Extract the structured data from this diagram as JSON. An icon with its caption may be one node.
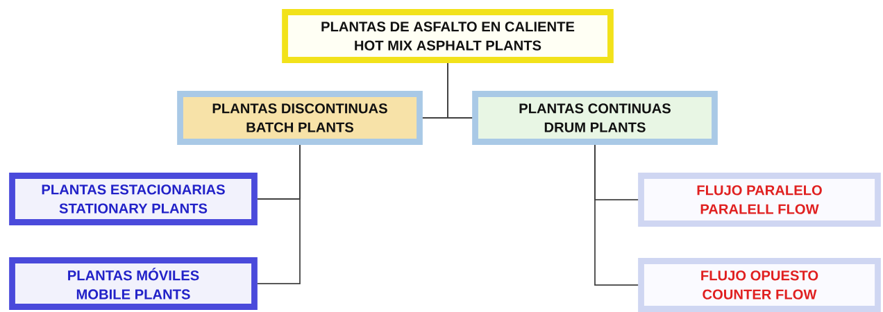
{
  "diagram": {
    "nodes": [
      {
        "text": [
          "PLANTAS DE ASFALTO EN CALIENTE",
          "HOT MIX ASPHALT PLANTS"
        ]
      },
      {
        "text": [
          "PLANTAS  DISCONTINUAS",
          "BATCH  PLANTS"
        ]
      },
      {
        "text": [
          "PLANTAS  CONTINUAS",
          "DRUM  PLANTS"
        ]
      },
      {
        "text": [
          "PLANTAS ESTACIONARIAS",
          "STATIONARY PLANTS"
        ]
      },
      {
        "text": [
          "PLANTAS MÓVILES",
          "MOBILE PLANTS"
        ]
      },
      {
        "text": [
          "FLUJO PARALELO",
          "PARALELL FLOW"
        ]
      },
      {
        "text": [
          "FLUJO OPUESTO",
          "COUNTER  FLOW"
        ]
      }
    ],
    "edges": [
      {
        "from": 0,
        "to": 1,
        "arrow": "none"
      },
      {
        "from": 0,
        "to": 2,
        "arrow": "none"
      },
      {
        "from": 1,
        "to": 3,
        "arrow": "none"
      },
      {
        "from": 1,
        "to": 4,
        "arrow": "none"
      },
      {
        "from": 2,
        "to": 5,
        "arrow": "none"
      },
      {
        "from": 2,
        "to": 6,
        "arrow": "none"
      }
    ]
  }
}
